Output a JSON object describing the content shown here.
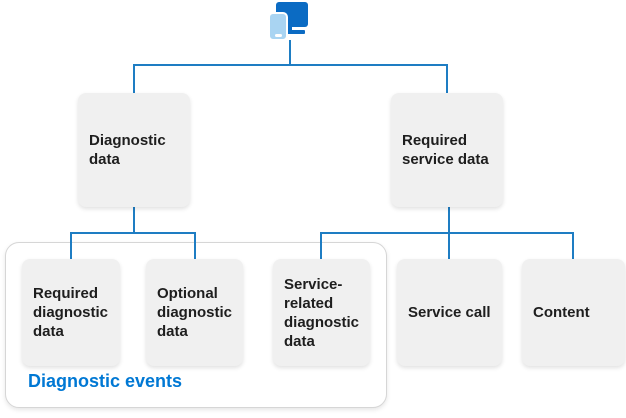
{
  "diagram": {
    "background": "#FFFFFF",
    "connector_color": "#1E7DC3",
    "node_fill": "#F0F0F0",
    "node_text_color": "#1E1E1E",
    "icon": {
      "name": "desktop-and-mobile-devices",
      "monitor_color": "#0B6BC3",
      "phone_color": "#A9D4F2"
    },
    "level1": [
      {
        "id": "diagnostic-data",
        "label": "Diagnostic data"
      },
      {
        "id": "required-service-data",
        "label": "Required service data"
      }
    ],
    "level2": [
      {
        "id": "required-diagnostic-data",
        "label": "Required diagnostic data",
        "parent": "diagnostic-data"
      },
      {
        "id": "optional-diagnostic-data",
        "label": "Optional diagnostic data",
        "parent": "diagnostic-data"
      },
      {
        "id": "service-related-diagnostic-data",
        "label": "Service-related diagnostic data",
        "parent": "required-service-data"
      },
      {
        "id": "service-call",
        "label": "Service call",
        "parent": "required-service-data"
      },
      {
        "id": "content",
        "label": "Content",
        "parent": "required-service-data"
      }
    ],
    "group": {
      "label": "Diagnostic events",
      "label_color": "#0078D4",
      "members": [
        "required-diagnostic-data",
        "optional-diagnostic-data",
        "service-related-diagnostic-data"
      ]
    }
  }
}
